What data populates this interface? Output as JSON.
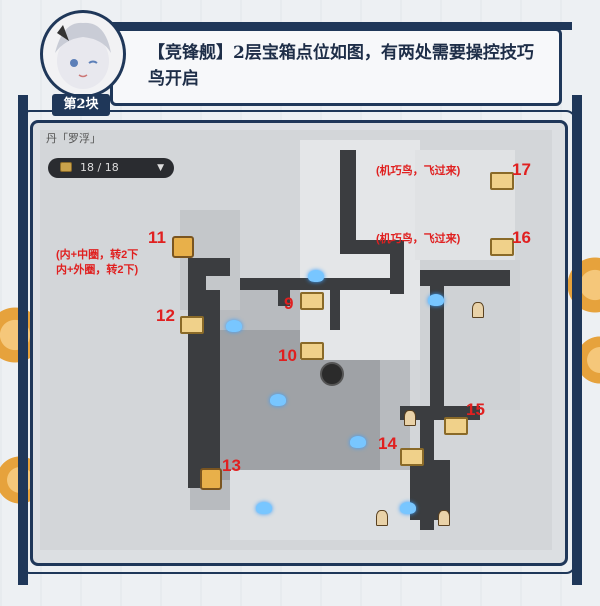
{
  "header": {
    "text": "【竞锋舰】2层宝箱点位如图，有两处需要操控技巧鸟开启",
    "badge": "第2块"
  },
  "map": {
    "title": "丹「罗浮」",
    "counter": "18 / 18",
    "chest_labels": [
      "9",
      "10",
      "11",
      "12",
      "13",
      "14",
      "15",
      "16",
      "17"
    ],
    "notes": {
      "n11_line1": "(内+中圈，转2下",
      "n11_line2": "内+外圈，转2下)",
      "n16": "(机巧鸟，飞过来)",
      "n17": "(机巧鸟，飞过来)"
    }
  },
  "colors": {
    "frame": "#1f3759",
    "label_red": "#e02020",
    "chest_gold": "#f0d18a"
  }
}
